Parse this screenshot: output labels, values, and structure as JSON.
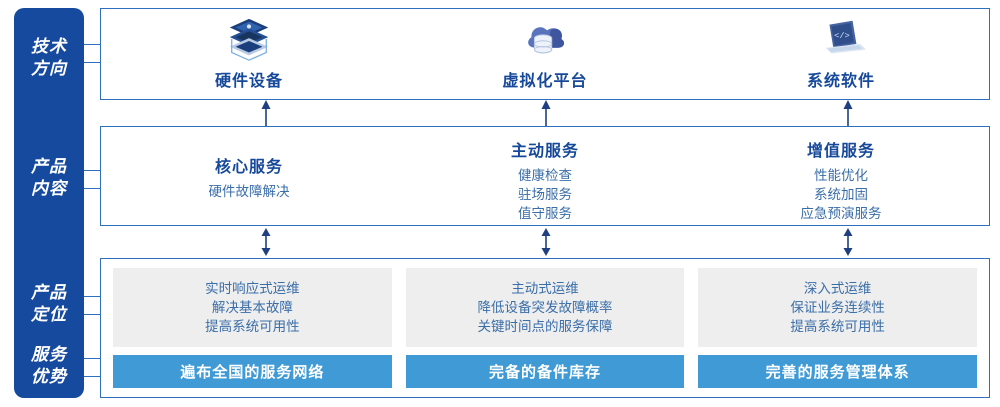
{
  "rail": {
    "sections": [
      {
        "name": "tech-direction",
        "lines": [
          "技术",
          "方向"
        ]
      },
      {
        "name": "product-content",
        "lines": [
          "产品",
          "内容"
        ]
      },
      {
        "name": "product-position",
        "lines": [
          "产品",
          "定位"
        ]
      },
      {
        "name": "service-advantage",
        "lines": [
          "服务",
          "优势"
        ]
      }
    ]
  },
  "tech_panel": {
    "columns": [
      {
        "icon": "server-stack-icon",
        "title": "硬件设备"
      },
      {
        "icon": "cloud-database-icon",
        "title": "虚拟化平台"
      },
      {
        "icon": "laptop-code-icon",
        "title": "系统软件"
      }
    ]
  },
  "content_panel": {
    "columns": [
      {
        "heading": "核心服务",
        "items": [
          "硬件故障解决"
        ]
      },
      {
        "heading": "主动服务",
        "items": [
          "健康检查",
          "驻场服务",
          "值守服务"
        ]
      },
      {
        "heading": "增值服务",
        "items": [
          "性能优化",
          "系统加固",
          "应急预演服务"
        ]
      }
    ]
  },
  "bottom_panel": {
    "position_boxes": [
      {
        "lines": [
          "实时响应式运维",
          "解决基本故障",
          "提高系统可用性"
        ]
      },
      {
        "lines": [
          "主动式运维",
          "降低设备突发故障概率",
          "关键时间点的服务保障"
        ]
      },
      {
        "lines": [
          "深入式运维",
          "保证业务连续性",
          "提高系统可用性"
        ]
      }
    ],
    "advantage_bars": [
      "遍布全国的服务网络",
      "完备的备件库存",
      "完善的服务管理体系"
    ]
  },
  "colors": {
    "rail_blue": "#164a9e",
    "panel_border": "#2f6fc0",
    "heading_blue": "#17499b",
    "body_blue": "#3a6ea8",
    "bar_blue": "#3f9ad6",
    "grey_box": "#eeeeee",
    "arrow_navy": "#1f3f80"
  }
}
